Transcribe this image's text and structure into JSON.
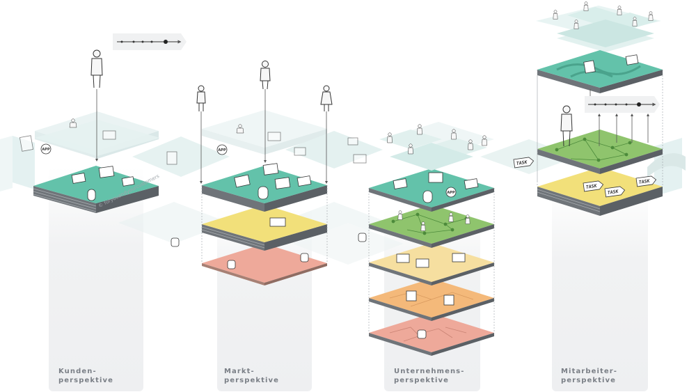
{
  "columns": [
    {
      "line1": "Kunden-",
      "line2": "perspektive"
    },
    {
      "line1": "Markt-",
      "line2": "perspektive"
    },
    {
      "line1": "Unternehmens-",
      "line2": "perspektive"
    },
    {
      "line1": "Mitarbeiter-",
      "line2": "perspektive"
    }
  ],
  "copyright": "© foryouandyourcustomers",
  "task_label": "TASK",
  "app_label": "APP",
  "colors": {
    "teal": "#63c2aa",
    "green": "#8fc46d",
    "yellow": "#f2e07a",
    "light_yellow": "#f6dfa0",
    "orange": "#f4b97a",
    "salmon": "#eea99a",
    "panel": "#eeeff1",
    "ghost": "#dbeeee"
  }
}
